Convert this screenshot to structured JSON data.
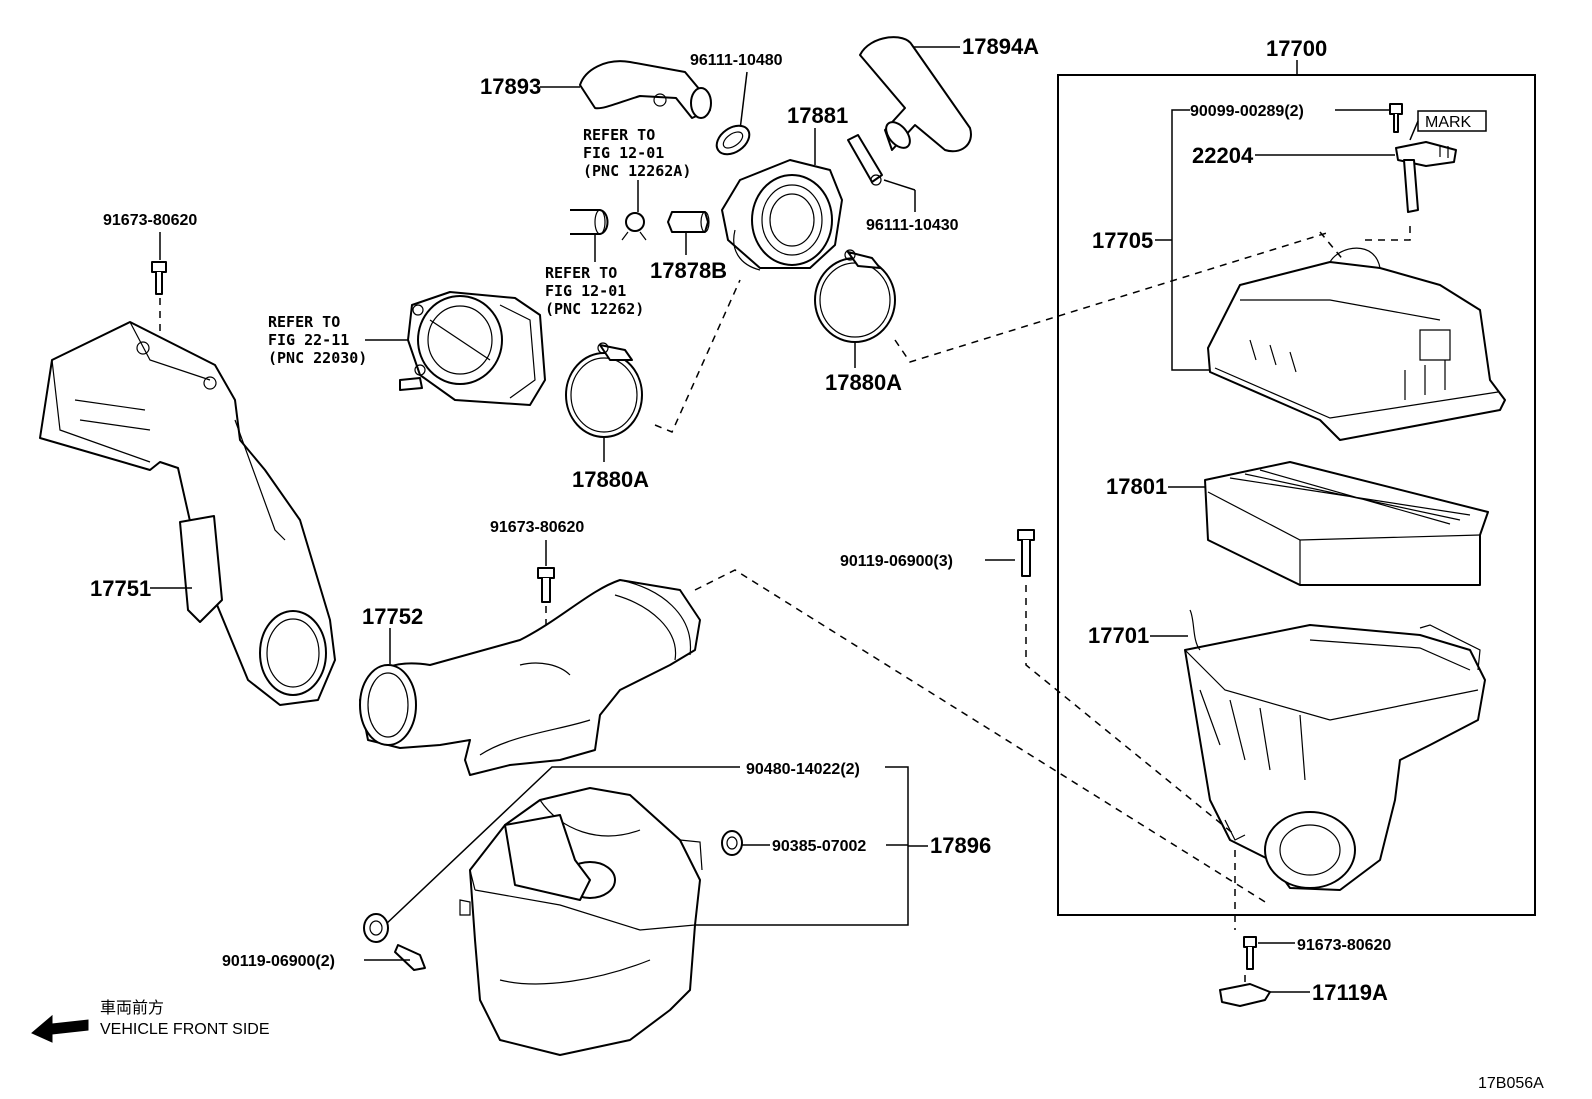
{
  "diagram_id": "17B056A",
  "direction_note": {
    "jp": "車両前方",
    "en": "VEHICLE FRONT SIDE"
  },
  "parts": {
    "p17700": "17700",
    "p17705": "17705",
    "p17801": "17801",
    "p17701": "17701",
    "p22204": "22204",
    "p90099": "90099-00289(2)",
    "mark": "MARK",
    "p17893": "17893",
    "p96111_10480": "96111-10480",
    "p17894A": "17894A",
    "p17881": "17881",
    "p96111_10430": "96111-10430",
    "p17878B": "17878B",
    "p17880A_right": "17880A",
    "p17880A_left": "17880A",
    "p91673_top": "91673-80620",
    "p91673_mid": "91673-80620",
    "p91673_bottom": "91673-80620",
    "p17751": "17751",
    "p17752": "17752",
    "p90119_3": "90119-06900(3)",
    "p90480": "90480-14022(2)",
    "p90385": "90385-07002",
    "p17896": "17896",
    "p90119_2": "90119-06900(2)",
    "p17119A": "17119A"
  },
  "refs": {
    "fig12_01a": {
      "l1": "REFER TO",
      "l2": "FIG 12-01",
      "l3": "(PNC 12262A)"
    },
    "fig12_01b": {
      "l1": "REFER TO",
      "l2": "FIG 12-01",
      "l3": "(PNC 12262)"
    },
    "fig22_11": {
      "l1": "REFER TO",
      "l2": "FIG 22-11",
      "l3": "(PNC 22030)"
    }
  }
}
